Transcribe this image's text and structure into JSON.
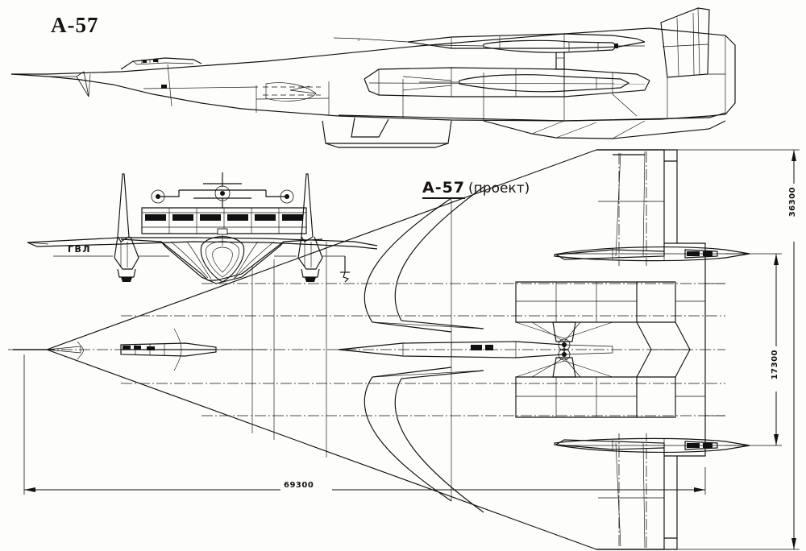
{
  "drawing": {
    "kind": "three-view-general-arrangement",
    "subject": "A-57",
    "sheet_background": "#fdfdfb",
    "line_color": "#111111"
  },
  "titles": {
    "main": "А-57",
    "plan_label_bold": "А-57",
    "plan_label_paren": "(проект)"
  },
  "labels": {
    "gvl": "ГВЛ"
  },
  "dimensions": {
    "length_overall": "69300",
    "span_overall": "36300",
    "span_inner": "17300"
  },
  "views": [
    {
      "name": "side-view",
      "position": "top"
    },
    {
      "name": "front-view",
      "position": "middle-left"
    },
    {
      "name": "plan-view",
      "position": "bottom-right"
    }
  ]
}
